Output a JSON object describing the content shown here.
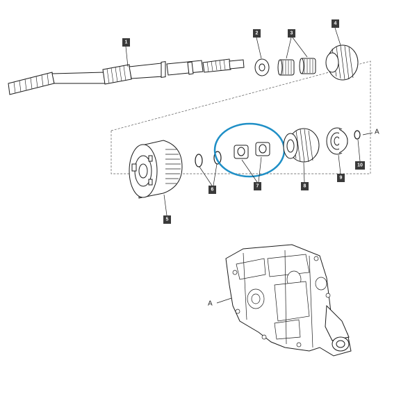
{
  "callouts": {
    "c1": "1",
    "c2": "2",
    "c3": "3",
    "c4": "4",
    "c5": "5",
    "c6": "6",
    "c7": "7",
    "c8": "8",
    "c9": "9",
    "c10": "10"
  },
  "refs": {
    "a_top": "A",
    "a_bottom": "A"
  },
  "colors": {
    "ink": "#1a1a1a",
    "label_bg": "#3a3a3a",
    "highlight": "#1f8fc6"
  },
  "highlight": {
    "target": "bearings-7"
  }
}
